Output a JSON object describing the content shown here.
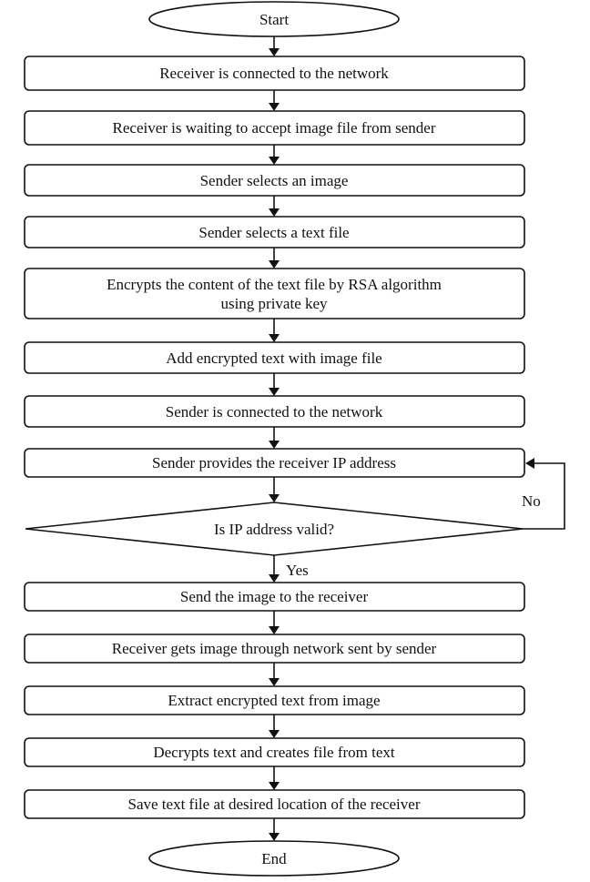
{
  "flowchart": {
    "start": "Start",
    "steps": [
      "Receiver is connected to the network",
      "Receiver is waiting to accept image file from sender",
      "Sender selects an image",
      "Sender selects a text file",
      [
        "Encrypts the content of the text file by RSA algorithm",
        "using private key"
      ],
      "Add encrypted text with image file",
      "Sender is connected to the network",
      "Sender provides the receiver IP address"
    ],
    "decision": "Is IP address valid?",
    "yes_label": "Yes",
    "no_label": "No",
    "steps_after": [
      "Send the image to the receiver",
      "Receiver gets image through network sent by sender",
      "Extract encrypted text from image",
      "Decrypts text and creates file from text",
      "Save text file at desired location of the receiver"
    ],
    "end": "End"
  }
}
